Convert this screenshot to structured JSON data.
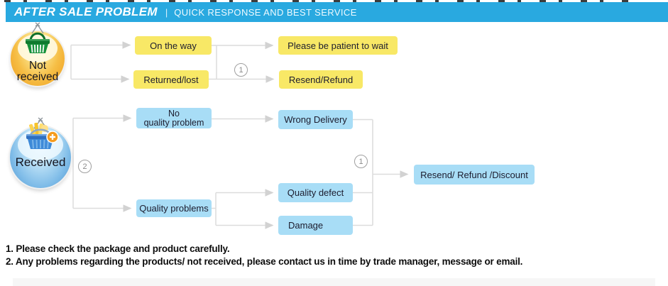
{
  "header": {
    "title": "AFTER SALE PROBLEM",
    "separator": "|",
    "subtitle": "QUICK RESPONSE AND BEST SERVICE"
  },
  "colors": {
    "header_bg": "#29A9E0",
    "yellow_box": "#F8E866",
    "blue_box": "#A8DDF6",
    "connector_line": "#DCDCDC"
  },
  "flow": {
    "not_received": {
      "icon": "green-shopping-basket-icon",
      "label_line1": "Not",
      "label_line2": "received",
      "merge_number": "1",
      "on_the_way": "On the way",
      "returned_lost": "Returned/lost",
      "be_patient": "Please be patient to wait",
      "resend_refund": "Resend/Refund"
    },
    "received": {
      "icon": "blue-shopping-basket-plus-icon",
      "label": "Received",
      "branch_number": "2",
      "merge_number": "1",
      "no_quality_line1": "No",
      "no_quality_line2": "quality problem",
      "quality_problems": "Quality problems",
      "wrong_delivery": "Wrong Delivery",
      "quality_defect": "Quality defect",
      "damage": "Damage",
      "resolution": "Resend/ Refund /Discount"
    }
  },
  "notes": {
    "line1": "1. Please check the package and product carefully.",
    "line2": "2. Any problems regarding the products/ not received, please contact us in time by trade manager, message or email."
  }
}
